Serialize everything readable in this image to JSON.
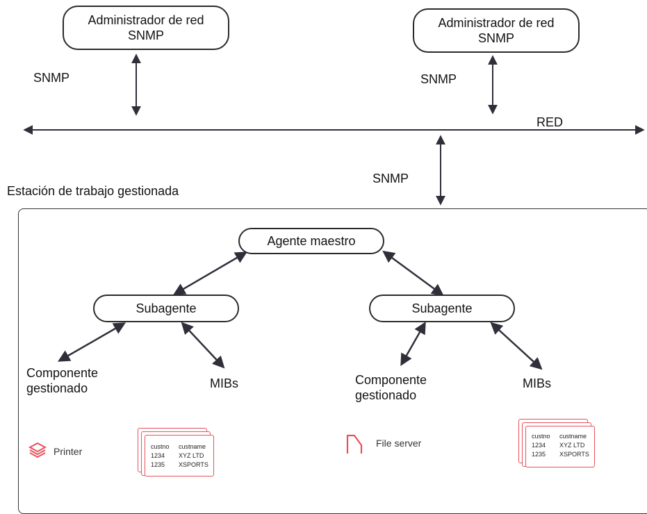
{
  "managers": [
    {
      "line1": "Administrador de red",
      "line2": "SNMP"
    },
    {
      "line1": "Administrador de red",
      "line2": "SNMP"
    }
  ],
  "labels": {
    "snmp_left": "SNMP",
    "snmp_right": "SNMP",
    "snmp_center": "SNMP",
    "network": "RED",
    "workstation": "Estación de trabajo gestionada"
  },
  "agent": {
    "master": "Agente maestro"
  },
  "subagents": [
    {
      "label": "Subagente",
      "component_line1": "Componente",
      "component_line2": "gestionado",
      "mibs": "MIBs"
    },
    {
      "label": "Subagente",
      "component_line1": "Componente",
      "component_line2": "gestionado",
      "mibs": "MIBs"
    }
  ],
  "devices": {
    "printer": "Printer",
    "file_server": "File server"
  },
  "mib_table": {
    "headers": [
      "custno",
      "custname"
    ],
    "rows": [
      [
        "1234",
        "XYZ LTD"
      ],
      [
        "1235",
        "XSPORTS"
      ]
    ]
  },
  "colors": {
    "line": "#2f2f3a",
    "accent": "#e8505b"
  }
}
